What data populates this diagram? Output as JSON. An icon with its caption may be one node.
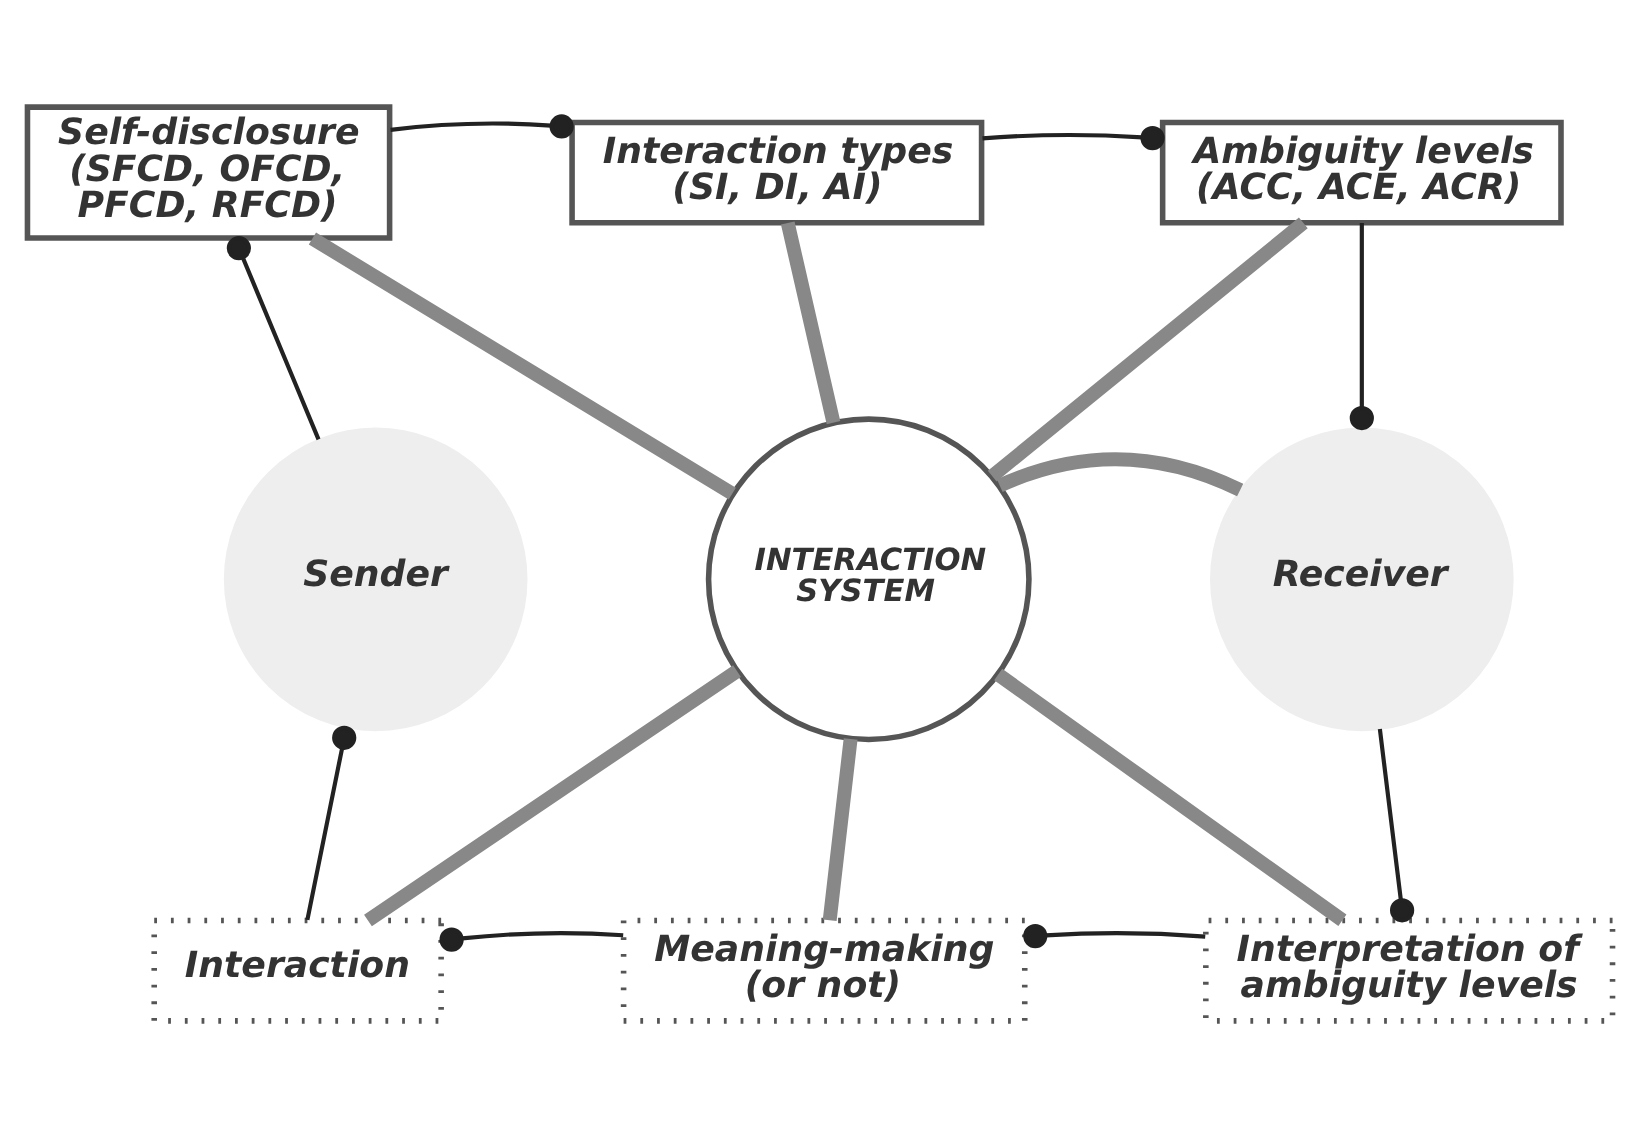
{
  "diagram": {
    "nodes": [
      {
        "text": [
          "Self-disclosure",
          "(SFCD, OFCD, PFCD, RFCD)"
        ]
      },
      {
        "text": [
          "Interaction types",
          "(SI, DI, AI)"
        ]
      },
      {
        "text": [
          "Ambiguity levels",
          "(ACC, ACE, ACR)"
        ]
      },
      {
        "text": [
          "INTERACTION SYSTEM"
        ]
      },
      {
        "text": [
          "Sender"
        ]
      },
      {
        "text": [
          "Receiver"
        ]
      },
      {
        "text": [
          "Interaction"
        ]
      },
      {
        "text": [
          "Meaning-making (or not)"
        ]
      },
      {
        "text": [
          "Interpretation of ambiguity levels"
        ]
      }
    ],
    "edges": [
      {
        "from": 0,
        "to": 1,
        "arrow": "other"
      },
      {
        "from": 1,
        "to": 2,
        "arrow": "other"
      },
      {
        "from": 2,
        "to": 5,
        "arrow": "other"
      },
      {
        "from": 5,
        "to": 8,
        "arrow": "other"
      },
      {
        "from": 8,
        "to": 7,
        "arrow": "other"
      },
      {
        "from": 7,
        "to": 6,
        "arrow": "other"
      },
      {
        "from": 6,
        "to": 4,
        "arrow": "other"
      },
      {
        "from": 4,
        "to": 0,
        "arrow": "other"
      },
      {
        "from": 3,
        "to": 0,
        "arrow": "none",
        "style": "thick",
        "color": "#888888"
      },
      {
        "from": 3,
        "to": 1,
        "arrow": "none",
        "style": "thick",
        "color": "#888888"
      },
      {
        "from": 3,
        "to": 2,
        "arrow": "none",
        "style": "thick",
        "color": "#888888"
      },
      {
        "from": 3,
        "to": 5,
        "arrow": "none",
        "style": "thick",
        "color": "#888888"
      },
      {
        "from": 3,
        "to": 8,
        "arrow": "none",
        "style": "thick",
        "color": "#888888"
      },
      {
        "from": 3,
        "to": 7,
        "arrow": "none",
        "style": "thick",
        "color": "#888888"
      },
      {
        "from": 3,
        "to": 6,
        "arrow": "none",
        "style": "thick",
        "color": "#888888"
      }
    ]
  }
}
